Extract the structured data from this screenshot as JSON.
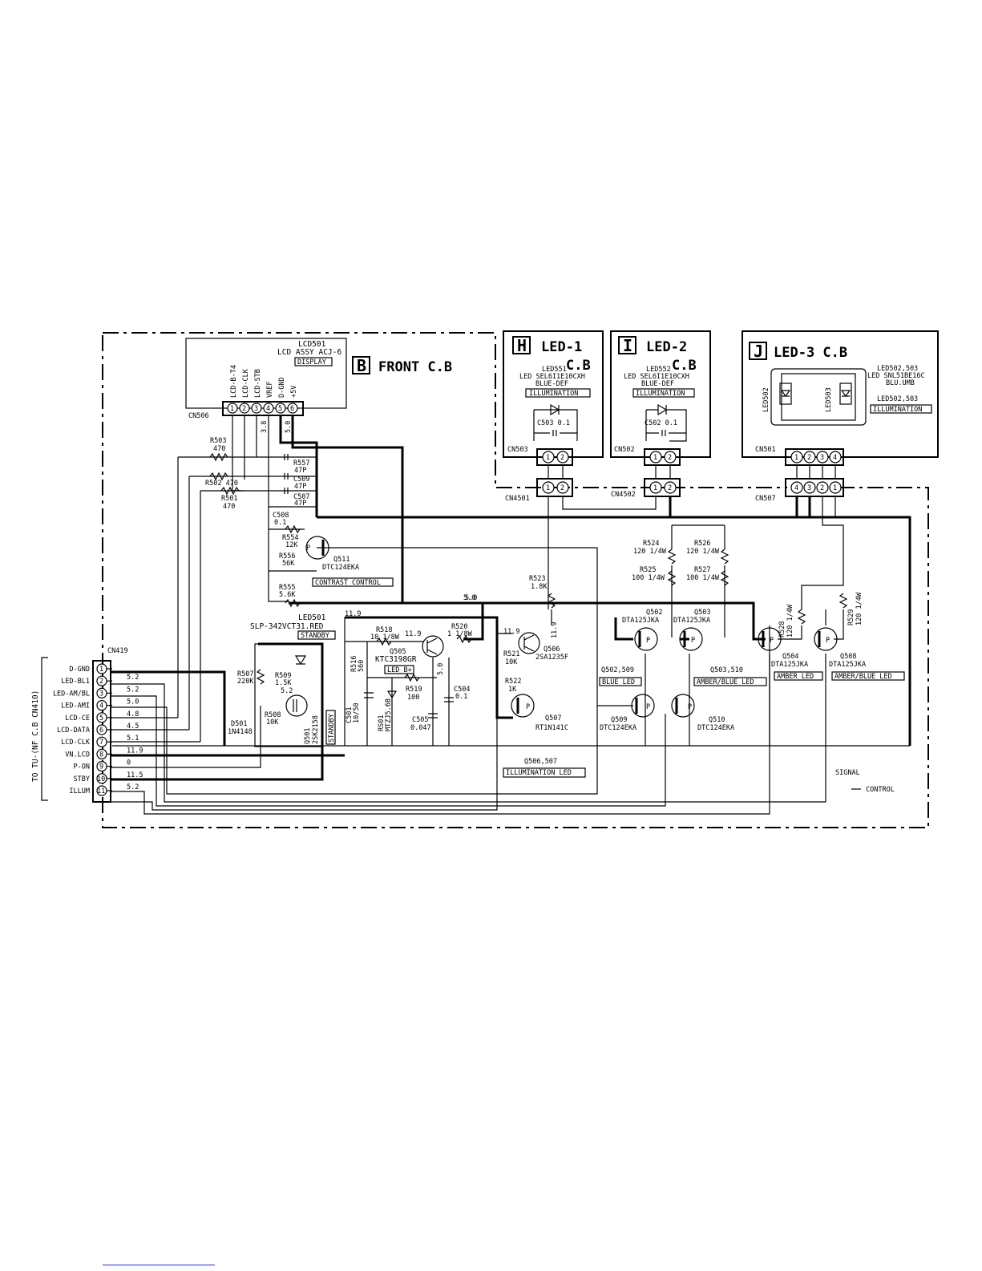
{
  "boards": {
    "front": {
      "letter": "B",
      "title": "FRONT C.B"
    },
    "led1": {
      "letter": "H",
      "title": "LED-1",
      "sub": "C.B",
      "part": "LED551",
      "desc1": "LED SEL6I1E10CXH",
      "desc2": "BLUE-DEF",
      "tag": "ILLUMINATION",
      "cap": "C503 0.1",
      "cn": "CN503"
    },
    "led2": {
      "letter": "I",
      "title": "LED-2",
      "sub": "C.B",
      "part": "LED552",
      "desc1": "LED SEL6I1E10CXH",
      "desc2": "BLUE-DEF",
      "tag": "ILLUMINATION",
      "cap": "C502 0.1",
      "cn": "CN502"
    },
    "led3": {
      "letter": "J",
      "title": "LED-3 C.B",
      "part": "LED502,503",
      "desc1": "LED SNL51BE16C",
      "desc2": "BLU.UMB",
      "part2": "LED502,503",
      "tag": "ILLUMINATION",
      "d1": "LED502",
      "d2": "LED503",
      "cn": "CN501"
    }
  },
  "lcd": {
    "part": "LCD501",
    "model": "LCD ASSY ACJ-6",
    "tag": "DISPLAY",
    "cn": "CN506",
    "signals": [
      "LCD-B-T4",
      "LCD-CLK",
      "LCD-STB",
      "VREF",
      "D-GND",
      "+5V"
    ],
    "pins": [
      "1",
      "2",
      "3",
      "4",
      "5",
      "6"
    ],
    "v1": "3.8",
    "v2": "5.0"
  },
  "cn419": {
    "label": "CN419",
    "side_label": "TO TU-(NF C.B CN410)",
    "signals": [
      "D-GND",
      "LED-BL1",
      "LED-AM/BL",
      "LED-AMI",
      "LCD-CE",
      "LCD-DATA",
      "LCD-CLK",
      "VN.LCD",
      "P-ON",
      "STBY",
      "ILLUM"
    ],
    "pins": [
      "1",
      "2",
      "3",
      "4",
      "5",
      "6",
      "7",
      "8",
      "9",
      "10",
      "11"
    ],
    "volts": [
      "",
      "5.2",
      "5.2",
      "5.0",
      "4.8",
      "4.5",
      "5.1",
      "11.9",
      "0",
      "11.5",
      "5.2"
    ]
  },
  "connectors": {
    "cn4501": {
      "label": "CN4501",
      "pins": [
        "1",
        "2"
      ]
    },
    "cn4502": {
      "label": "CN4502",
      "pins": [
        "1",
        "2"
      ]
    },
    "cn507": {
      "label": "CN507",
      "pins": [
        "4",
        "3",
        "2",
        "1"
      ]
    },
    "cn503": {
      "pins": [
        "1",
        "2"
      ]
    },
    "cn502": {
      "pins": [
        "1",
        "2"
      ]
    },
    "cn501": {
      "pins": [
        "1",
        "2",
        "3",
        "4"
      ]
    }
  },
  "parts": {
    "r503": "R503",
    "r503v": "470",
    "r502": "R502 470",
    "r501": "R501",
    "r501v": "470",
    "r557": "R557",
    "r557v": "47P",
    "c509": "C509",
    "c509v": "47P",
    "c507": "C507",
    "c507v": "47P",
    "c508": "C508",
    "c508v": "0.1",
    "r554": "R554",
    "r554v": "12K",
    "r556": "R556",
    "r556v": "56K",
    "r555": "R555",
    "r555v": "5.6K",
    "q511": "Q511",
    "q511v": "DTC124EKA",
    "q511tag": "CONTRAST CONTROL",
    "led501": "LED501",
    "led501v": "SLP-342VCT31.RED",
    "led501tag": "STANDBY",
    "r507": "R507",
    "r507v": "220K",
    "r509": "R509",
    "r509v": "1.5K",
    "r508": "R508",
    "r508v": "10K",
    "d501": "D501",
    "d501v": "1N4148",
    "q501": "Q501",
    "q501v": "2SK2158",
    "q501tag": "STANDBY",
    "v52": "5.2",
    "r518": "R518",
    "r518v": "10 1/8W",
    "q505": "Q505",
    "q505v": "KTC3198GR",
    "q505tag": "LED B+",
    "r516": "R516",
    "r516v": "560",
    "c501": "C501",
    "c501v": "10/50",
    "rs01": "RS01",
    "rs01v": "MTZJ5.6B",
    "r519": "R519",
    "r519v": "100",
    "c505": "C505",
    "c505v": "0.047",
    "c504": "C504",
    "c504v": "0.1",
    "r520": "R520",
    "r520v": "1 1/8W",
    "q506": "Q506",
    "q506v": "2SA1235F",
    "r521": "R521",
    "r521v": "10K",
    "r522": "R522",
    "r522v": "1K",
    "q507": "Q507",
    "q507v": "RT1N141C",
    "q506tag": "Q506,507",
    "illumtag": "ILLUMINATION LED",
    "r523": "R523",
    "r523v": "1.8K",
    "r524": "R524",
    "r524v": "120 1/4W",
    "r525": "R525",
    "r525v": "100 1/4W",
    "r526": "R526",
    "r526v": "120 1/4W",
    "r527": "R527",
    "r527v": "100 1/4W",
    "q502": "Q502",
    "q502v": "DTA125JKA",
    "q503": "Q503",
    "q503v": "DTA125JKA",
    "q502tag": "Q502,509",
    "bluetag": "BLUE LED",
    "q503tag": "Q503,510",
    "ambbltag": "AMBER/BLUE LED",
    "q509": "Q509",
    "q509v": "DTC124EKA",
    "q510": "Q510",
    "q510v": "DTC124EKA",
    "r528": "R528",
    "r528v": "120 1/4W",
    "r529": "R529",
    "r529v": "120 1/4W",
    "q504": "Q504",
    "q504v": "DTA125JKA",
    "ambtag": "AMBER LED",
    "q508": "Q508",
    "q508v": "DTA125JKA",
    "ambbl2tag": "AMBER/BLUE LED",
    "v119": "11.9",
    "v50": "5.0",
    "v50b": "5.0",
    "v119b": "11.9",
    "v119c": "11.9",
    "v119d": "11.9",
    "v5x": "5.0"
  },
  "legend": {
    "signal": "SIGNAL",
    "control": "CONTROL"
  }
}
